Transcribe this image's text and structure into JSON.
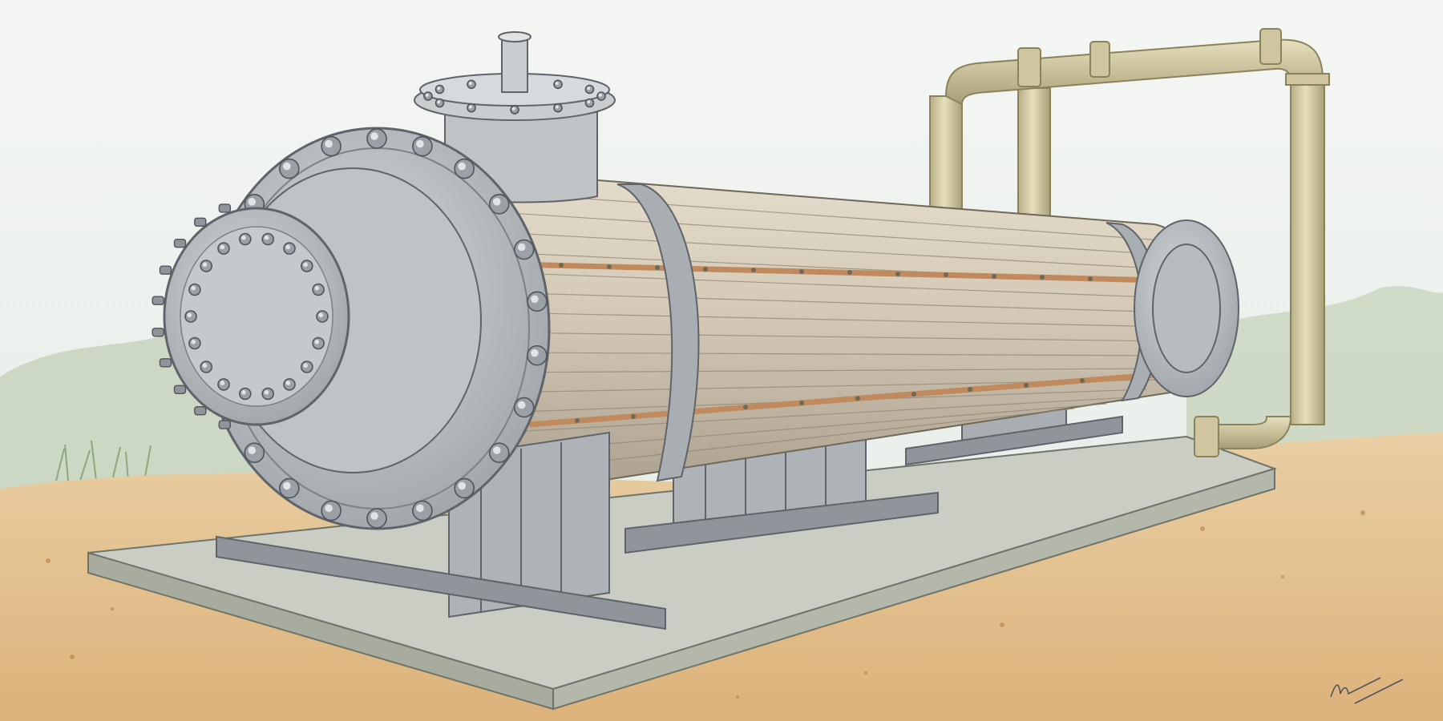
{
  "scene": {
    "subject": "shell-and-tube-heat-exchanger-illustration",
    "style": "watercolor-sketch",
    "flange_bolt_counts": {
      "front_cover_inner_ring": 18,
      "front_flange_outer_ring": 22,
      "top_nozzle_flange": 12
    },
    "colors": {
      "sky": "#e9eeea",
      "ground": "#e8c99a",
      "ground_dark": "#d9aa6c",
      "shrub": "#a9bd99",
      "steel": "#b7bcc0",
      "steel_dark": "#7b8186",
      "steel_light": "#d7dadc",
      "shell": "#d3c8b5",
      "shell_line": "#8f8676",
      "copper": "#c08a5e",
      "pipe": "#d8cfa6",
      "pipe_dark": "#a79f76",
      "slab": "#c7cbc2",
      "slab_dark": "#9ea397",
      "ink": "#4f555a"
    }
  }
}
